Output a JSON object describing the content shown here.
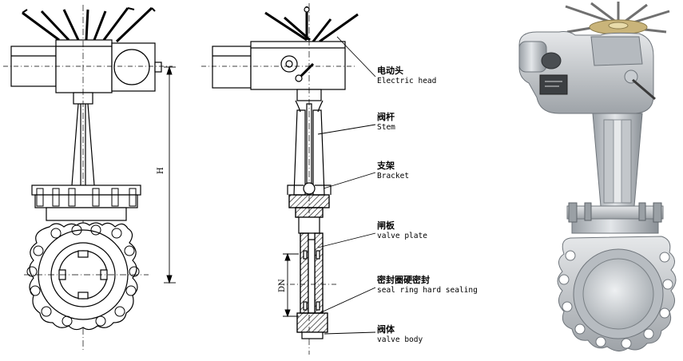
{
  "labels": {
    "electric_head": {
      "cn": "电动头",
      "en": "Electric head"
    },
    "stem": {
      "cn": "阀杆",
      "en": "Stem"
    },
    "bracket": {
      "cn": "支架",
      "en": "Bracket"
    },
    "valve_plate": {
      "cn": "闸板",
      "en": "valve plate"
    },
    "seal_ring": {
      "cn": "密封圈硬密封",
      "en": "seal ring hard sealing"
    },
    "valve_body": {
      "cn": "阀体",
      "en": "valve body"
    }
  },
  "dimensions": {
    "height": "H",
    "nominal_diameter": "DN"
  },
  "colors": {
    "line": "#000000",
    "metal_light": "#d6d9dc",
    "metal_dark": "#8e949a",
    "brass": "#c9b47a"
  }
}
